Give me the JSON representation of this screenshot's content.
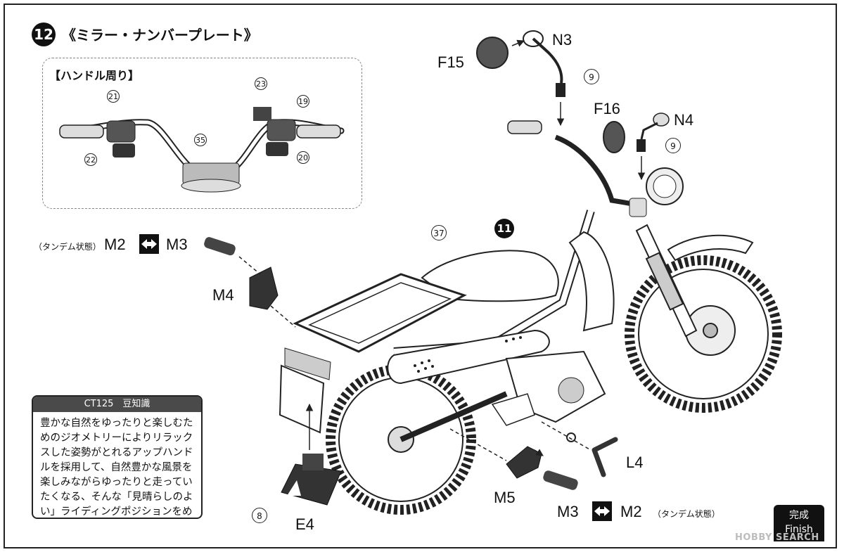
{
  "header": {
    "step_number": "12",
    "title": "《ミラー・ナンバープレート》"
  },
  "inset": {
    "title": "【ハンドル周り】",
    "parts": [
      "21",
      "23",
      "19",
      "35",
      "22",
      "20"
    ]
  },
  "main_step_badge": "11",
  "labels": {
    "tandem_left": "（タンデム状態）",
    "tandem_right": "（タンデム状態）",
    "M2_left": "M2",
    "M3_left": "M3",
    "M4": "M4",
    "N3": "N3",
    "F15": "F15",
    "part9_top": "9",
    "F16": "F16",
    "N4": "N4",
    "part9_mid": "9",
    "part37": "37",
    "L4": "L4",
    "M5": "M5",
    "M3_right": "M3",
    "M2_right": "M2",
    "part8": "8",
    "E4": "E4"
  },
  "trivia": {
    "header": "CT125　豆知識",
    "body": "豊かな自然をゆったりと楽しむためのジオメトリーによりリラックスした姿勢がとれるアップハンドルを採用して、自然豊かな風景を楽しみながらゆったりと走っていたくなる、そんな「見晴らしのよい」ライディングポジションをめざした結果です。"
  },
  "finish": {
    "jp": "完成",
    "en": "Finish"
  },
  "watermark": "HOBBY SEARCH"
}
